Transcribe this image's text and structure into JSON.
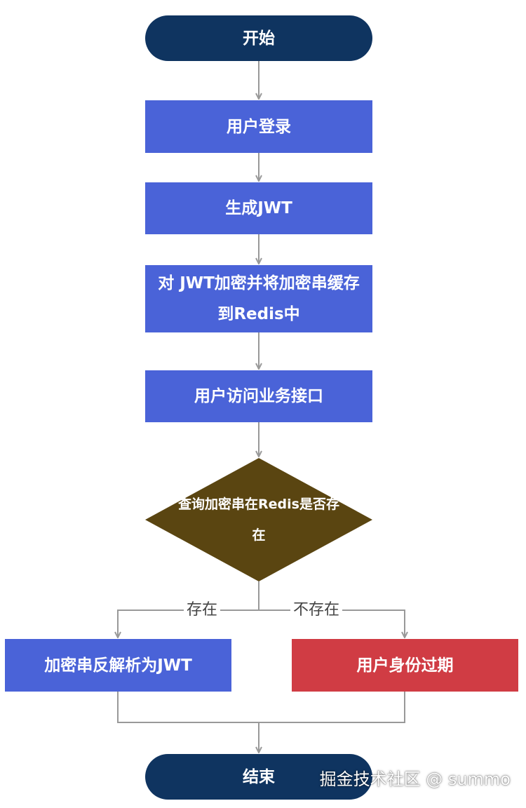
{
  "flowchart": {
    "start": "开始",
    "steps": [
      "用户登录",
      "生成JWT",
      "对 JWT加密并将加密串缓存到Redis中",
      "用户访问业务接口"
    ],
    "decision": "查询加密串在Redis是否存在",
    "branch_yes_label": "存在",
    "branch_no_label": "不存在",
    "branch_yes_action": "加密串反解析为JWT",
    "branch_no_action": "用户身份过期",
    "end": "结束"
  },
  "colors": {
    "terminal": "#0f3460",
    "process": "#4a63d8",
    "decision": "#5a4511",
    "expired": "#d03c44",
    "connector": "#999999"
  },
  "watermark": "掘金技术社区 @ summo"
}
